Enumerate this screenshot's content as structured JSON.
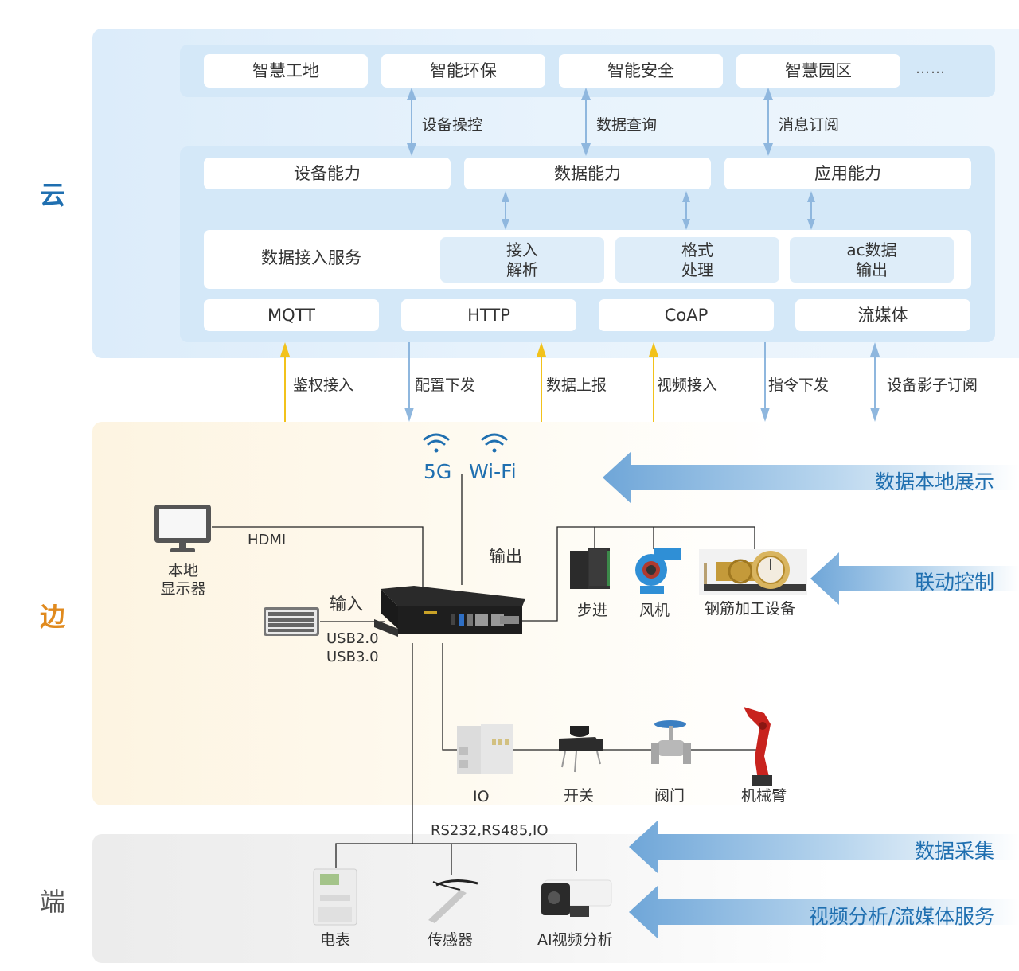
{
  "layers": {
    "cloud": "云",
    "edge": "边",
    "end": "端"
  },
  "colors": {
    "cloud_accent": "#1f6fb0",
    "edge_accent": "#e08a1e",
    "end_accent": "#555555",
    "uplink_arrow": "#f2c21b",
    "downlink_arrow": "#8fb7de",
    "panel_bg": "#d4e8f8"
  },
  "cloud": {
    "applications": [
      "智慧工地",
      "智能环保",
      "智能安全",
      "智慧园区"
    ],
    "applications_more": "……",
    "app_links": [
      "设备操控",
      "数据查询",
      "消息订阅"
    ],
    "capabilities": [
      "设备能力",
      "数据能力",
      "应用能力"
    ],
    "access_service": {
      "title": "数据接入服务",
      "steps": [
        {
          "line1": "接入",
          "line2": "解析"
        },
        {
          "line1": "格式",
          "line2": "处理"
        },
        {
          "line1": "ac数据",
          "line2": "输出"
        }
      ]
    },
    "protocols": [
      "MQTT",
      "HTTP",
      "CoAP",
      "流媒体"
    ]
  },
  "links": [
    {
      "label": "鉴权接入",
      "direction": "up"
    },
    {
      "label": "配置下发",
      "direction": "down"
    },
    {
      "label": "数据上报",
      "direction": "up"
    },
    {
      "label": "视频接入",
      "direction": "up"
    },
    {
      "label": "指令下发",
      "direction": "down"
    },
    {
      "label": "设备影子订阅",
      "direction": "both"
    }
  ],
  "edge": {
    "wireless": [
      "5G",
      "Wi-Fi"
    ],
    "display": {
      "line1": "本地",
      "line2": "显示器",
      "interface": "HDMI"
    },
    "input": {
      "label": "输入",
      "interfaces": [
        "USB2.0",
        "USB3.0"
      ]
    },
    "output": {
      "label": "输出"
    },
    "actuators": [
      "步进",
      "风机",
      "钢筋加工设备"
    ],
    "io_devices": [
      "IO",
      "开关",
      "阀门",
      "机械臂"
    ]
  },
  "end": {
    "bus_label": "RS232,RS485,IO",
    "devices": [
      "电表",
      "传感器",
      "AI视频分析"
    ]
  },
  "functions": [
    "数据本地展示",
    "联动控制",
    "数据采集",
    "视频分析/流媒体服务"
  ]
}
